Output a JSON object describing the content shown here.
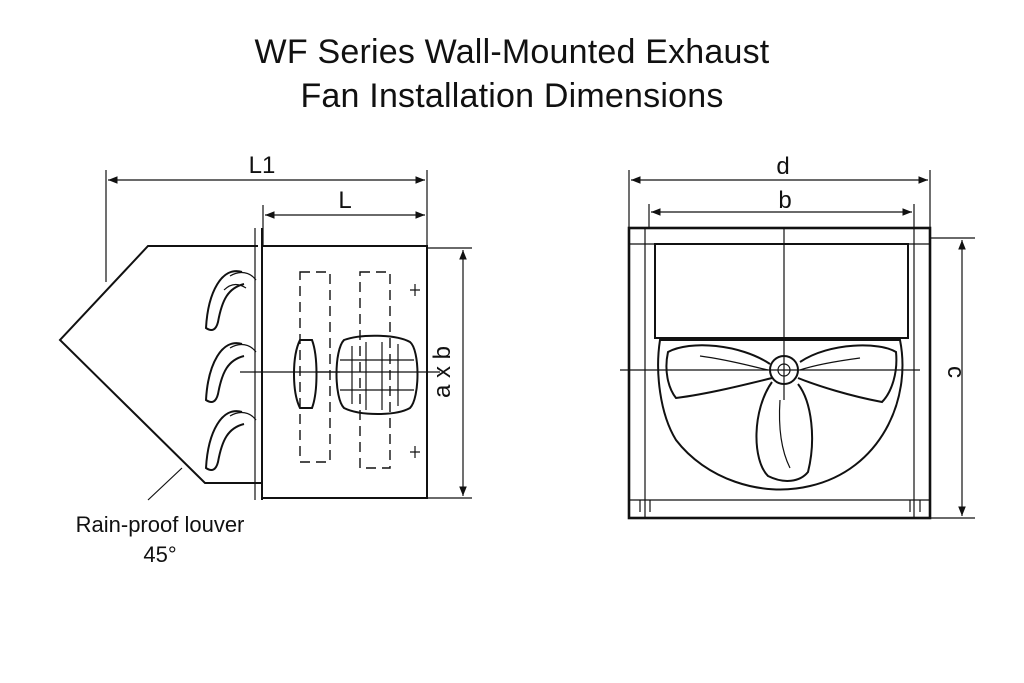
{
  "title": {
    "line1": "WF Series Wall-Mounted Exhaust",
    "line2": "Fan Installation Dimensions"
  },
  "side_view": {
    "dim_L1": "L1",
    "dim_L": "L",
    "dim_axb": "a x b",
    "louver_label": "Rain-proof louver",
    "louver_angle": "45°"
  },
  "front_view": {
    "dim_d": "d",
    "dim_b": "b",
    "dim_c": "c"
  }
}
